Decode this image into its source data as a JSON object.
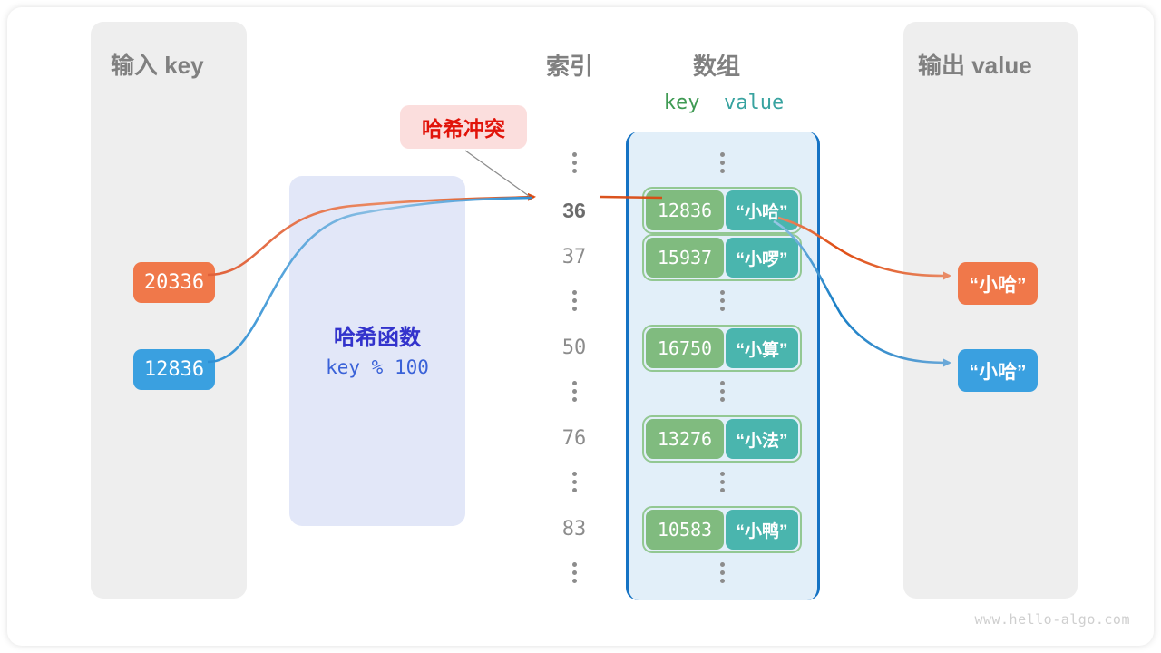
{
  "canvas": {
    "watermark": "www.hello-algo.com"
  },
  "input_panel": {
    "title": "输入 key",
    "keys": [
      {
        "label": "20336",
        "color": "#f0784a"
      },
      {
        "label": "12836",
        "color": "#3aa0e0"
      }
    ]
  },
  "hash_function": {
    "title": "哈希函数",
    "formula": "key % 100",
    "box_color": "#e2e7f8",
    "text_color": "#3333cc"
  },
  "collision": {
    "label": "哈希冲突",
    "text_color": "#e1140a",
    "background": "#fbdedd"
  },
  "array_section": {
    "index_heading": "索引",
    "array_heading": "数组",
    "legend_key": "key",
    "legend_value": "value",
    "legend_key_color": "#3f9a53",
    "legend_value_color": "#38a3a0",
    "container_border": "#1573c4",
    "container_fill": "#e2eff9",
    "rows": [
      {
        "type": "ellipsis",
        "index": "",
        "key": "",
        "value": ""
      },
      {
        "type": "entry",
        "index": "36",
        "key": "12836",
        "value": "“小哈”",
        "highlighted": true
      },
      {
        "type": "entry",
        "index": "37",
        "key": "15937",
        "value": "“小啰”",
        "highlighted": false
      },
      {
        "type": "ellipsis",
        "index": "",
        "key": "",
        "value": ""
      },
      {
        "type": "entry",
        "index": "50",
        "key": "16750",
        "value": "“小算”",
        "highlighted": false
      },
      {
        "type": "ellipsis",
        "index": "",
        "key": "",
        "value": ""
      },
      {
        "type": "entry",
        "index": "76",
        "key": "13276",
        "value": "“小法”",
        "highlighted": false
      },
      {
        "type": "ellipsis",
        "index": "",
        "key": "",
        "value": ""
      },
      {
        "type": "entry",
        "index": "83",
        "key": "10583",
        "value": "“小鸭”",
        "highlighted": false
      },
      {
        "type": "ellipsis",
        "index": "",
        "key": "",
        "value": ""
      }
    ]
  },
  "output_panel": {
    "title": "输出 value",
    "values": [
      {
        "label": "“小哈”",
        "color": "#f0784a"
      },
      {
        "label": "“小哈”",
        "color": "#3aa0e0"
      }
    ]
  }
}
